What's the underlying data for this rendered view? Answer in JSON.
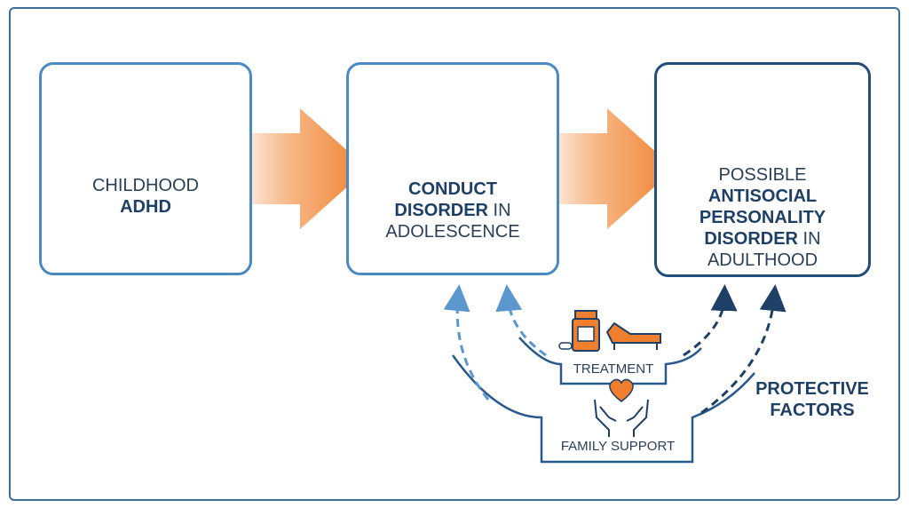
{
  "boxes": [
    {
      "line1": "CHILDHOOD",
      "bold1": "ADHD"
    },
    {
      "bold1": "CONDUCT",
      "bold2": "DISORDER",
      "plain2": " IN",
      "line3": "ADOLESCENCE"
    },
    {
      "line1": "POSSIBLE",
      "bold2": "ANTISOCIAL",
      "bold3": "PERSONALITY",
      "bold4": "DISORDER",
      "plain4": " IN",
      "line5": "ADULTHOOD"
    }
  ],
  "treatment_label": "TREATMENT",
  "family_label": "FAMILY SUPPORT",
  "protective_line1": "PROTECTIVE",
  "protective_line2": "FACTORS",
  "icons": [
    "brain-icon",
    "child-head-icon",
    "hooded-teen-icon",
    "x-mark-icon",
    "gavel-icon",
    "question-person-icon",
    "pill-bottle-icon",
    "therapy-couch-icon",
    "heart-hands-icon"
  ],
  "colors": {
    "accent": "#ef7f2c",
    "primary": "#1e3f66",
    "light_blue": "#4a89c2"
  }
}
